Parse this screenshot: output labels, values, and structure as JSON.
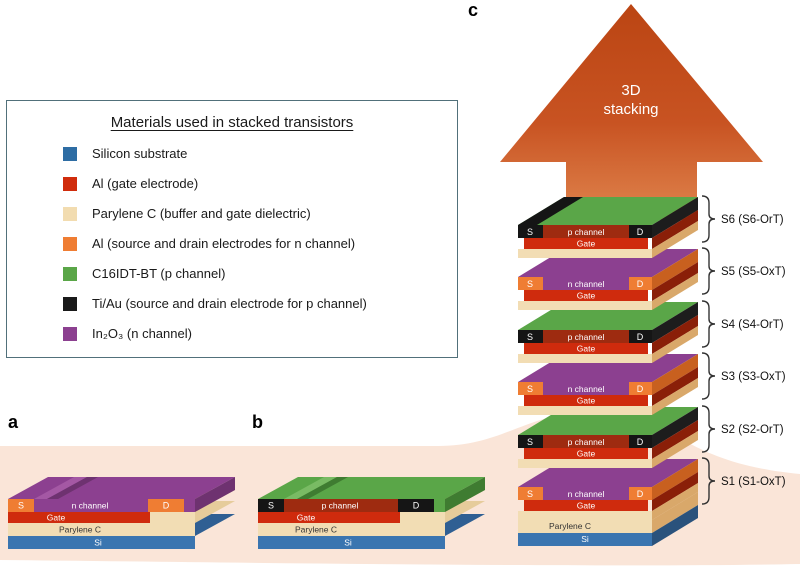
{
  "legend": {
    "title": "Materials used in stacked transistors",
    "items": [
      {
        "color": "#2e6da4",
        "label": "Silicon substrate"
      },
      {
        "color": "#d02c0c",
        "label": "Al (gate electrode)"
      },
      {
        "color": "#f2dcb0",
        "label": "Parylene C (buffer and gate dielectric)"
      },
      {
        "color": "#ef7d33",
        "label": "Al (source and drain electrodes for n channel)"
      },
      {
        "color": "#5aa648",
        "label": "C16IDT-BT (p channel)"
      },
      {
        "color": "#1a1a1a",
        "label": "Ti/Au (source and drain electrode for p channel)"
      },
      {
        "color": "#8c4090",
        "label": "In₂O₃ (n channel)"
      }
    ]
  },
  "panels": {
    "a": "a",
    "b": "b",
    "c": "c"
  },
  "arrow": {
    "line1": "3D",
    "line2": "stacking",
    "color": "#c2491a"
  },
  "background_band_color": "#fae5d8",
  "device_a": {
    "source": "S",
    "channel": "n channel",
    "drain": "D",
    "gate": "Gate",
    "dielectric": "Parylene C",
    "substrate": "Si"
  },
  "device_b": {
    "source": "S",
    "channel": "p channel",
    "drain": "D",
    "gate": "Gate",
    "dielectric": "Parylene C",
    "substrate": "Si"
  },
  "stack": {
    "source": "S",
    "drain": "D",
    "gate": "Gate",
    "dielectric": "Parylene C",
    "substrate": "Si",
    "units": [
      {
        "id": "S6",
        "label": "S6 (S6-OrT)",
        "channel": "p channel",
        "type": "p"
      },
      {
        "id": "S5",
        "label": "S5 (S5-OxT)",
        "channel": "n channel",
        "type": "n"
      },
      {
        "id": "S4",
        "label": "S4 (S4-OrT)",
        "channel": "p channel",
        "type": "p"
      },
      {
        "id": "S3",
        "label": "S3 (S3-OxT)",
        "channel": "n channel",
        "type": "n"
      },
      {
        "id": "S2",
        "label": "S2 (S2-OrT)",
        "channel": "p channel",
        "type": "p"
      },
      {
        "id": "S1",
        "label": "S1 (S1-OxT)",
        "channel": "n channel",
        "type": "n"
      }
    ]
  }
}
